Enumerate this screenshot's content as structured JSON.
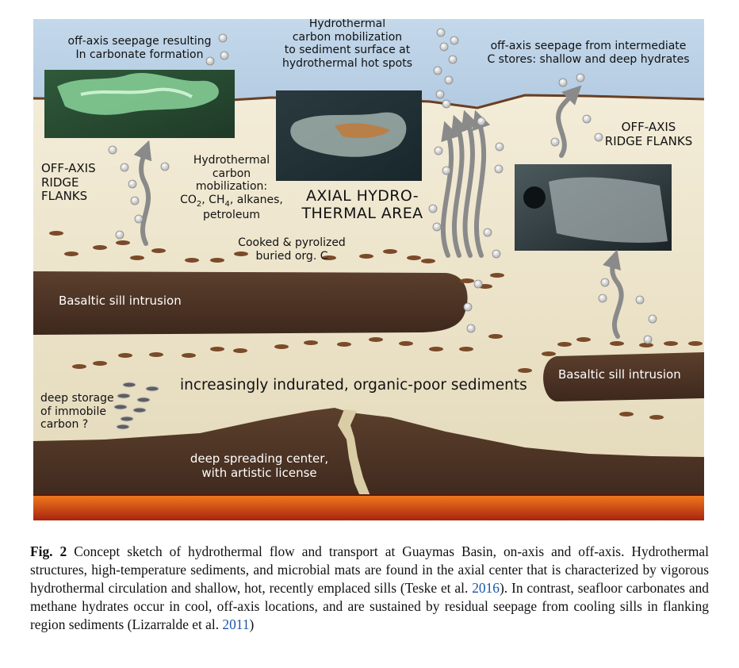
{
  "labels": {
    "seepage_left": "off-axis seepage resulting\nIn carbonate formation",
    "hydro_top": "Hydrothermal\ncarbon mobilization\nto sediment surface at\nhydrothermal hot spots",
    "seepage_right": "off-axis seepage from intermediate\nC stores: shallow and deep hydrates",
    "flanks_left": "OFF-AXIS\nRIDGE\nFLANKS",
    "flanks_right": "OFF-AXIS\nRIDGE FLANKS",
    "hydro_mob": "Hydrothermal\ncarbon\nmobilization:\nCO2, CH4, alkanes,\npetroleum",
    "hydro_mob_pre": "Hydrothermal\ncarbon\nmobilization:",
    "hydro_mob_line_a": "CO",
    "hydro_mob_sub_a": "2",
    "hydro_mob_line_b": ", CH",
    "hydro_mob_sub_b": "4",
    "hydro_mob_line_c": ", alkanes,",
    "hydro_mob_last": "petroleum",
    "axial_area": "AXIAL HYDRO-\nTHERMAL AREA",
    "cooked": "Cooked & pyrolized\nburied org. C",
    "sill_left": "Basaltic sill intrusion",
    "sill_right": "Basaltic sill intrusion",
    "indurated": "increasingly indurated, organic-poor sediments",
    "deep_storage": "deep storage\nof immobile\ncarbon ?",
    "spreading": "deep spreading center,\nwith artistic license"
  },
  "caption": {
    "fig_label": "Fig. 2",
    "part1": " Concept sketch of hydrothermal flow and transport at Guaymas Basin, on-axis and off-axis. Hydrothermal structures, high-temperature sediments, and microbial mats are found in the axial center that is characterized by vigorous hydrothermal circulation and shallow, hot, recently emplaced sills (Teske et al. ",
    "cite1": "2016",
    "part2": "). In contrast, seafloor carbonates and methane hydrates occur in cool, off-axis locations, and are sustained by residual seepage from cooling sills in flanking region sediments (Lizarralde et al. ",
    "cite2": "2011",
    "part3": ")"
  },
  "colors": {
    "water": "#bcd2e6",
    "sediment": "#ece4cd",
    "rock": "#4e3426",
    "lava": "#e0531a",
    "arrow": "#8a8a8a",
    "citation": "#1a55a8"
  }
}
